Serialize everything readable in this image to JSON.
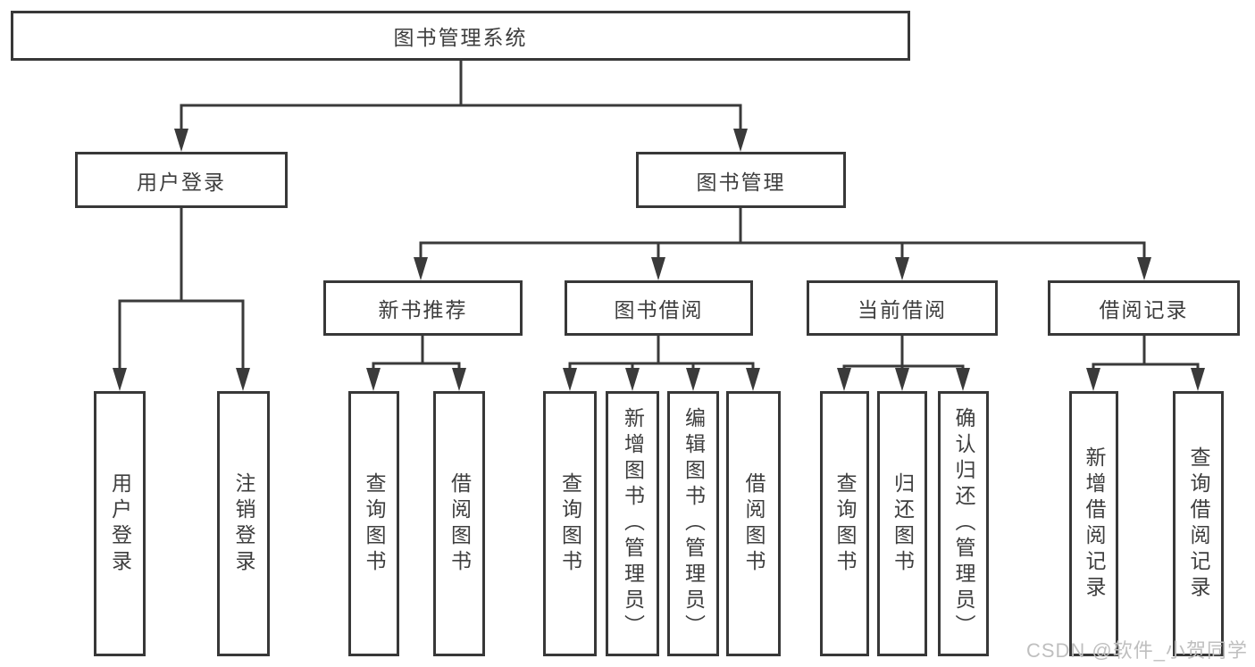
{
  "diagram": {
    "root": {
      "label": "图书管理系统"
    },
    "branches": [
      {
        "label": "用户登录"
      },
      {
        "label": "图书管理"
      }
    ],
    "modules": [
      {
        "label": "新书推荐"
      },
      {
        "label": "图书借阅"
      },
      {
        "label": "当前借阅"
      },
      {
        "label": "借阅记录"
      }
    ],
    "leaves": [
      {
        "label": "用户登录"
      },
      {
        "label": "注销登录"
      },
      {
        "label": "查询图书"
      },
      {
        "label": "借阅图书"
      },
      {
        "label": "查询图书"
      },
      {
        "label": "新增图书（管理员）"
      },
      {
        "label": "编辑图书（管理员）"
      },
      {
        "label": "借阅图书"
      },
      {
        "label": "查询图书"
      },
      {
        "label": "归还图书"
      },
      {
        "label": "确认归还（管理员）"
      },
      {
        "label": "新增借阅记录"
      },
      {
        "label": "查询借阅记录"
      }
    ]
  },
  "watermark": {
    "text": "CSDN @软件_小贺同学"
  },
  "colors": {
    "line": "#3a3a3a",
    "border": "#383838",
    "text": "#3e3e3e",
    "watermark": "#bfbfbf",
    "background": "#ffffff"
  }
}
